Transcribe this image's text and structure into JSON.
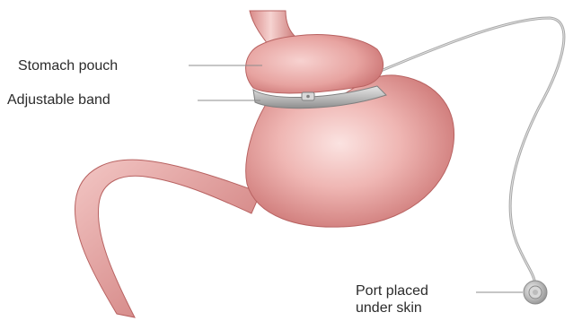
{
  "labels": {
    "stomach_pouch": "Stomach pouch",
    "adjustable_band": "Adjustable band",
    "port_line1": "Port placed",
    "port_line2": "under skin"
  },
  "colors": {
    "stomach_light": "#f2c4c2",
    "stomach_mid": "#e19592",
    "stomach_dark": "#c56a6a",
    "band": "#bdbdbd",
    "tube": "#a8a8a8",
    "leader": "#8c8c8c",
    "text": "#2b2b2b"
  }
}
